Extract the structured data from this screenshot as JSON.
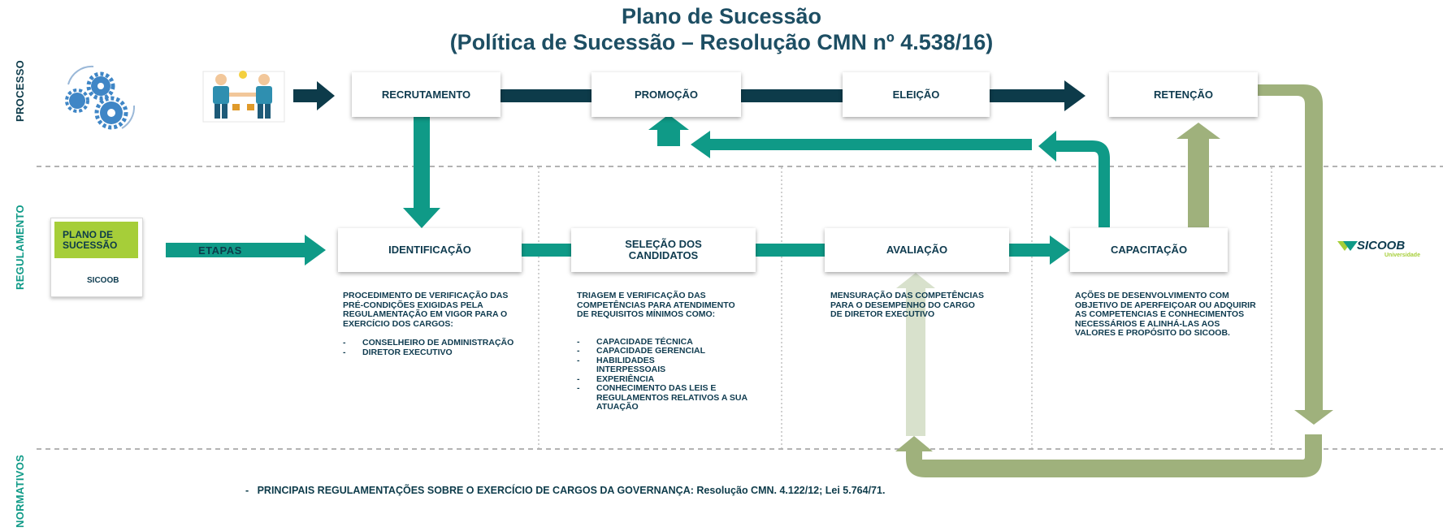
{
  "title_line1": "Plano de Sucessão",
  "title_line2": "(Política de Sucessão – Resolução CMN nº 4.538/16)",
  "side_labels": {
    "processo": "PROCESSO",
    "regulamento": "REGULAMENTO",
    "normativos": "NORMATIVOS"
  },
  "colors": {
    "dark": "#0d3b4a",
    "teal": "#0f9a87",
    "olive": "#9fb17c",
    "pale": "#d8e1cc",
    "green_badge": "#a6ce39"
  },
  "process_steps": [
    "RECRUTAMENTO",
    "PROMOÇÃO",
    "ELEIÇÃO",
    "RETENÇÃO"
  ],
  "badge": {
    "line1": "PLANO DE",
    "line2": "SUCESSÃO",
    "logo": "SICOOB"
  },
  "etapas_label": "ETAPAS",
  "stages": [
    "IDENTIFICAÇÃO",
    "SELEÇÃO DOS CANDIDATOS",
    "AVALIAÇÃO",
    "CAPACITAÇÃO"
  ],
  "descriptions": {
    "identificacao": {
      "text": "PROCEDIMENTO DE VERIFICAÇÃO DAS PRÉ-CONDIÇÕES EXIGIDAS PELA REGULAMENTAÇÃO EM VIGOR PARA O EXERCÍCIO DOS CARGOS:",
      "items": [
        "CONSELHEIRO DE ADMINISTRAÇÃO",
        "DIRETOR EXECUTIVO"
      ]
    },
    "selecao": {
      "text": "TRIAGEM E VERIFICAÇÃO DAS COMPETÊNCIAS PARA ATENDIMENTO DE REQUISITOS MÍNIMOS COMO:",
      "items": [
        "CAPACIDADE TÉCNICA",
        "CAPACIDADE GERENCIAL",
        "HABILIDADES INTERPESSOAIS",
        "EXPERIÊNCIA",
        "CONHECIMENTO DAS LEIS E REGULAMENTOS RELATIVOS A SUA ATUAÇÃO"
      ]
    },
    "avaliacao": {
      "text": "MENSURAÇÃO DAS COMPETÊNCIAS PARA O DESEMPENHO DO CARGO DE DIRETOR EXECUTIVO"
    },
    "capacitacao": {
      "text": "AÇÕES DE DESENVOLVIMENTO COM OBJETIVO DE APERFEIÇOAR OU ADQUIRIR AS COMPETENCIAS E CONHECIMENTOS NECESSÁRIOS E ALINHÁ-LAS AOS VALORES E PROPÓSITO DO SICOOB."
    }
  },
  "right_logo": {
    "name": "SICOOB",
    "sub": "Universidade"
  },
  "normativos_text": "-   PRINCIPAIS REGULAMENTAÇÕES SOBRE O EXERCÍCIO DE CARGOS DA GOVERNANÇA: Resolução CMN. 4.122/12; Lei 5.764/71."
}
